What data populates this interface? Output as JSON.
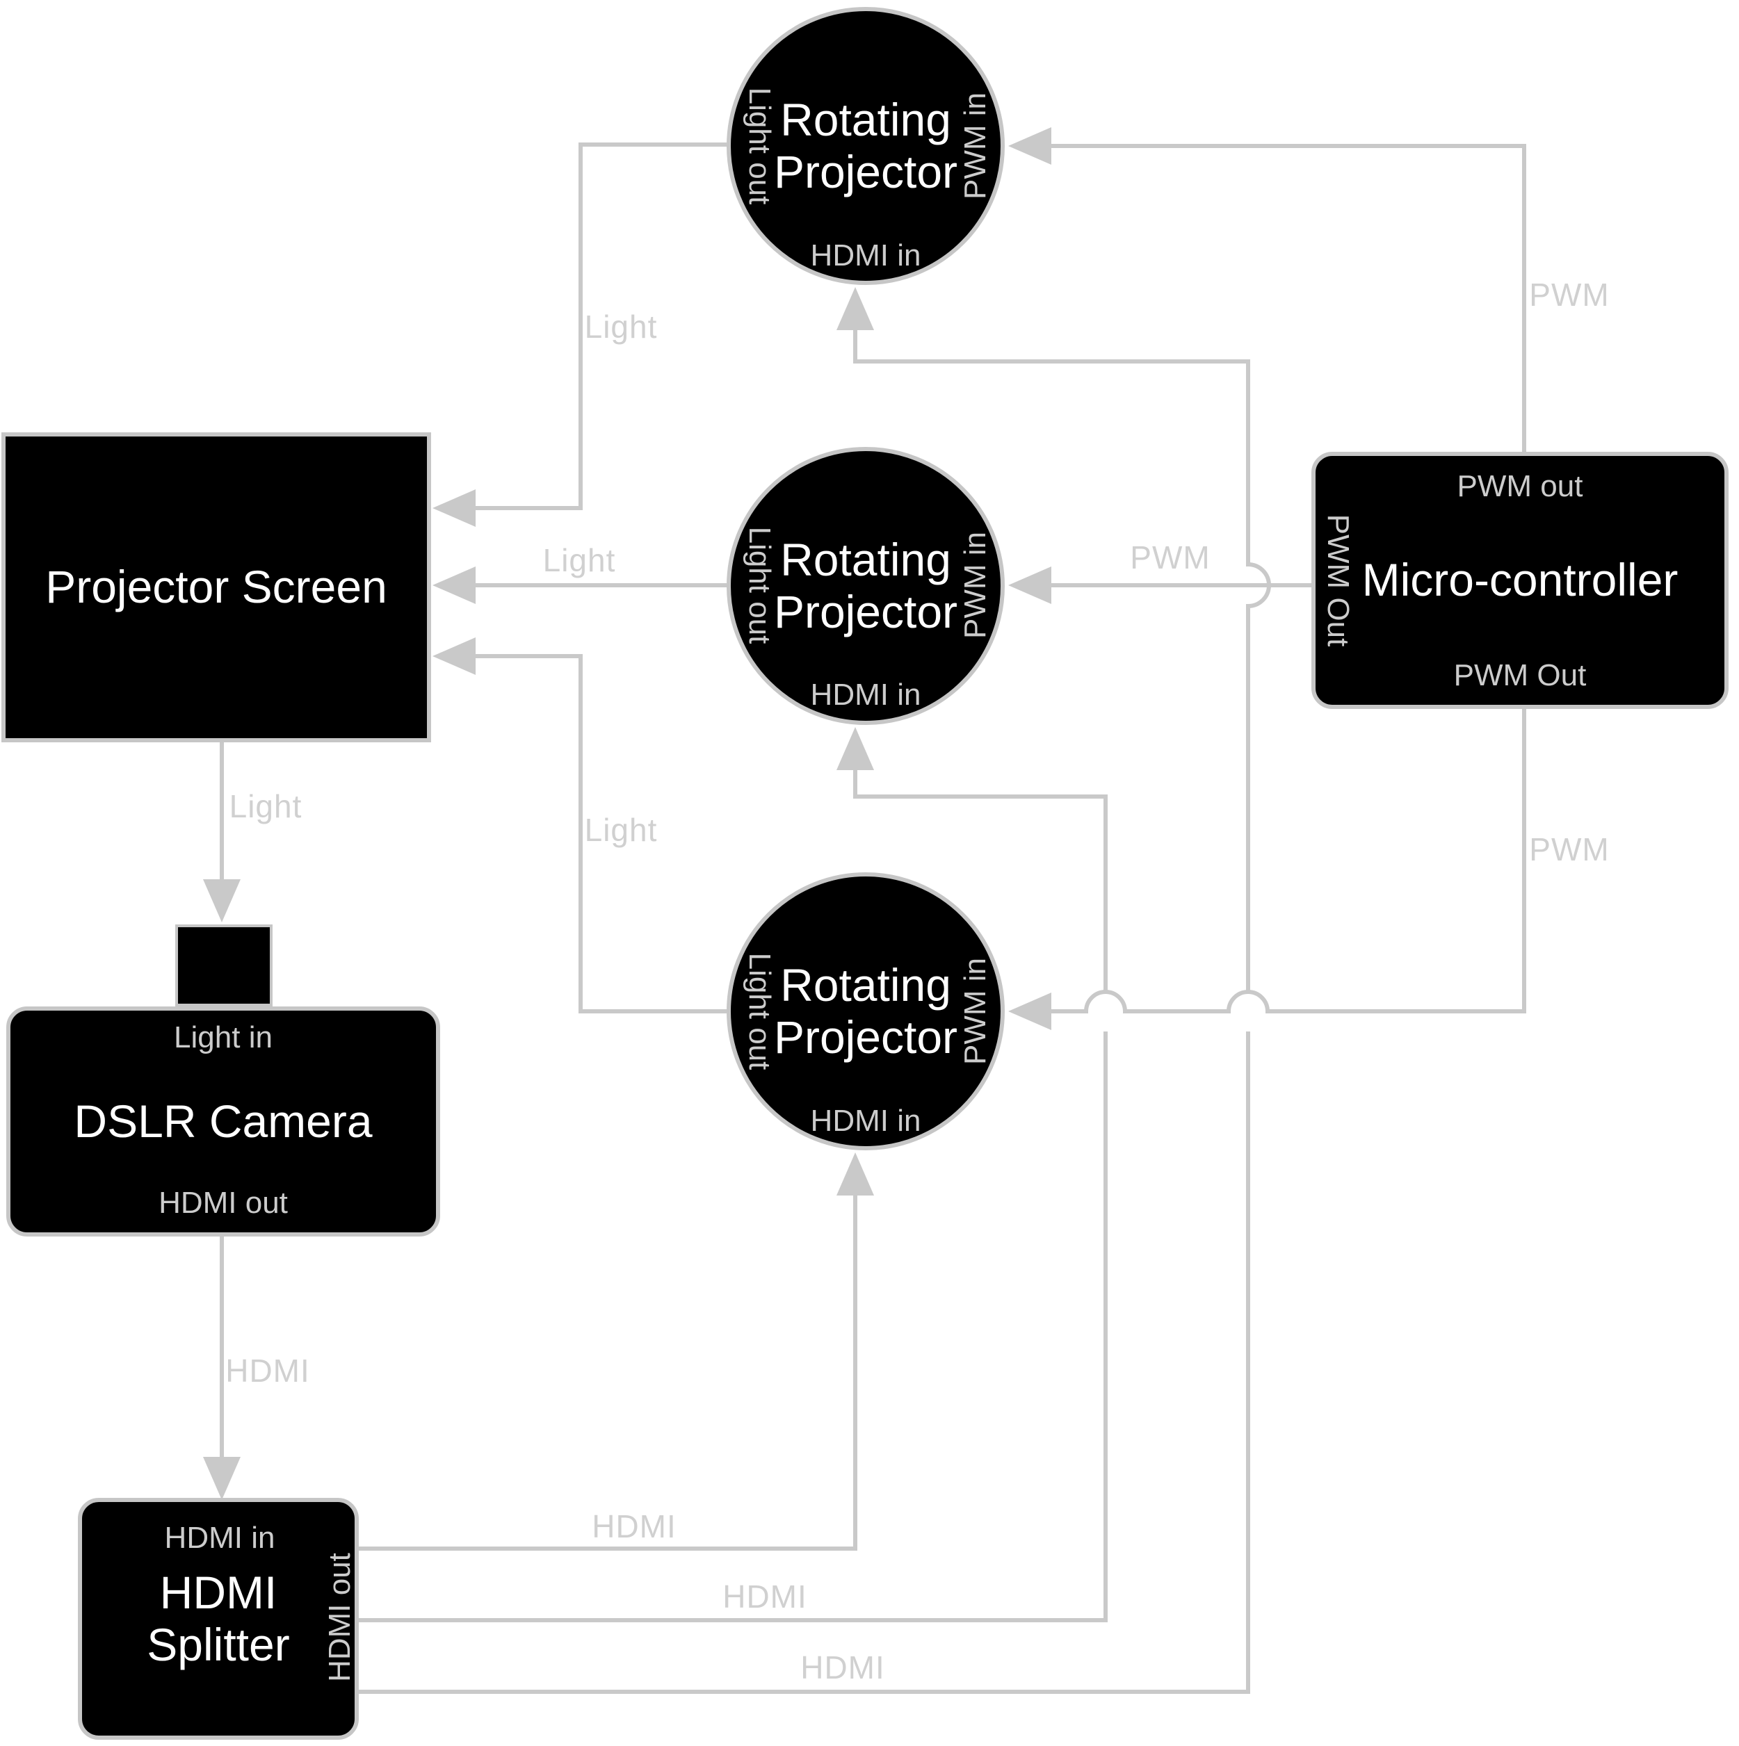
{
  "diagram": {
    "nodes": {
      "rotating_projector_top": {
        "title_line1": "Rotating",
        "title_line2": "Projector",
        "port_left": "Light out",
        "port_right": "PWM in",
        "port_bottom": "HDMI in"
      },
      "rotating_projector_mid": {
        "title_line1": "Rotating",
        "title_line2": "Projector",
        "port_left": "Light out",
        "port_right": "PWM in",
        "port_bottom": "HDMI in"
      },
      "rotating_projector_bottom": {
        "title_line1": "Rotating",
        "title_line2": "Projector",
        "port_left": "Light out",
        "port_right": "PWM in",
        "port_bottom": "HDMI in"
      },
      "projector_screen": {
        "title": "Projector Screen"
      },
      "micro_controller": {
        "title": "Micro-controller",
        "port_top": "PWM out",
        "port_left": "PWM Out",
        "port_bottom": "PWM Out"
      },
      "dslr_camera": {
        "title": "DSLR Camera",
        "port_top": "Light in",
        "port_bottom": "HDMI out"
      },
      "hdmi_splitter": {
        "title_line1": "HDMI",
        "title_line2": "Splitter",
        "port_top": "HDMI in",
        "port_right": "HDMI out"
      }
    },
    "edge_labels": {
      "light_top_projector_to_screen": "Light",
      "light_mid_projector_to_screen": "Light",
      "light_bottom_projector_to_screen": "Light",
      "light_screen_to_camera": "Light",
      "hdmi_camera_to_splitter": "HDMI",
      "pwm_micro_to_top_projector": "PWM",
      "pwm_micro_to_mid_projector": "PWM",
      "pwm_micro_to_bottom_projector": "PWM",
      "hdmi_splitter_to_bottom_projector": "HDMI",
      "hdmi_splitter_to_mid_projector": "HDMI",
      "hdmi_splitter_to_top_projector": "HDMI"
    },
    "colors": {
      "background": "#ffffff",
      "node_fill": "#000000",
      "node_border": "#c6c6c6",
      "edge": "#c9c9c9",
      "edge_label": "#d0d0d0",
      "port_label": "#cccccc",
      "title": "#ffffff"
    }
  }
}
